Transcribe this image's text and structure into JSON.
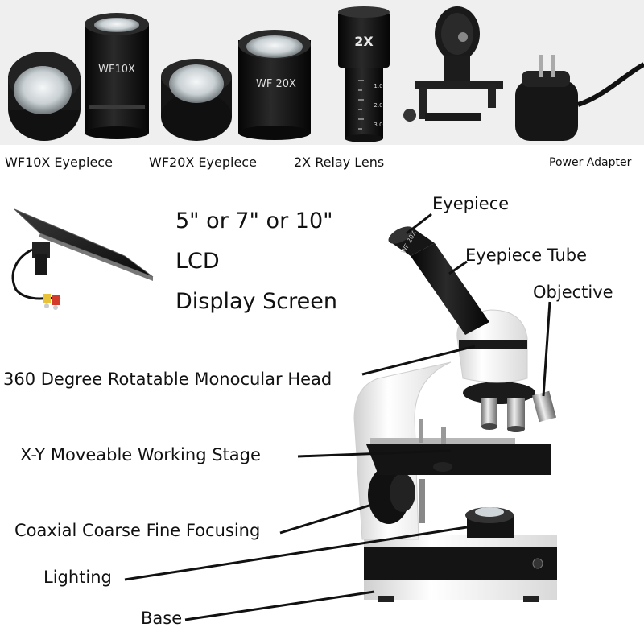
{
  "accessories": {
    "eyepiece_wf10x_text": "WF10X",
    "eyepiece_wf20x_text": "WF 20X",
    "relay_lens_text": "2X",
    "relay_scale": [
      "1.0",
      "2.0",
      "3.0"
    ],
    "captions": {
      "wf10x": "WF10X Eyepiece",
      "wf20x": "WF20X Eyepiece",
      "relay": "2X Relay Lens",
      "adapter": "Power Adapter"
    }
  },
  "lcd": {
    "line1": "5\" or 7\" or 10\"",
    "line2": "LCD",
    "line3": "Display Screen"
  },
  "microscope": {
    "head_text": "WF 20X",
    "labels": {
      "eyepiece": "Eyepiece",
      "eyepiece_tube": "Eyepiece Tube",
      "objective": "Objective",
      "head": "360 Degree Rotatable Monocular Head",
      "stage": "X-Y Moveable Working Stage",
      "focusing": "Coaxial Coarse Fine Focusing",
      "lighting": "Lighting",
      "base": "Base"
    }
  }
}
